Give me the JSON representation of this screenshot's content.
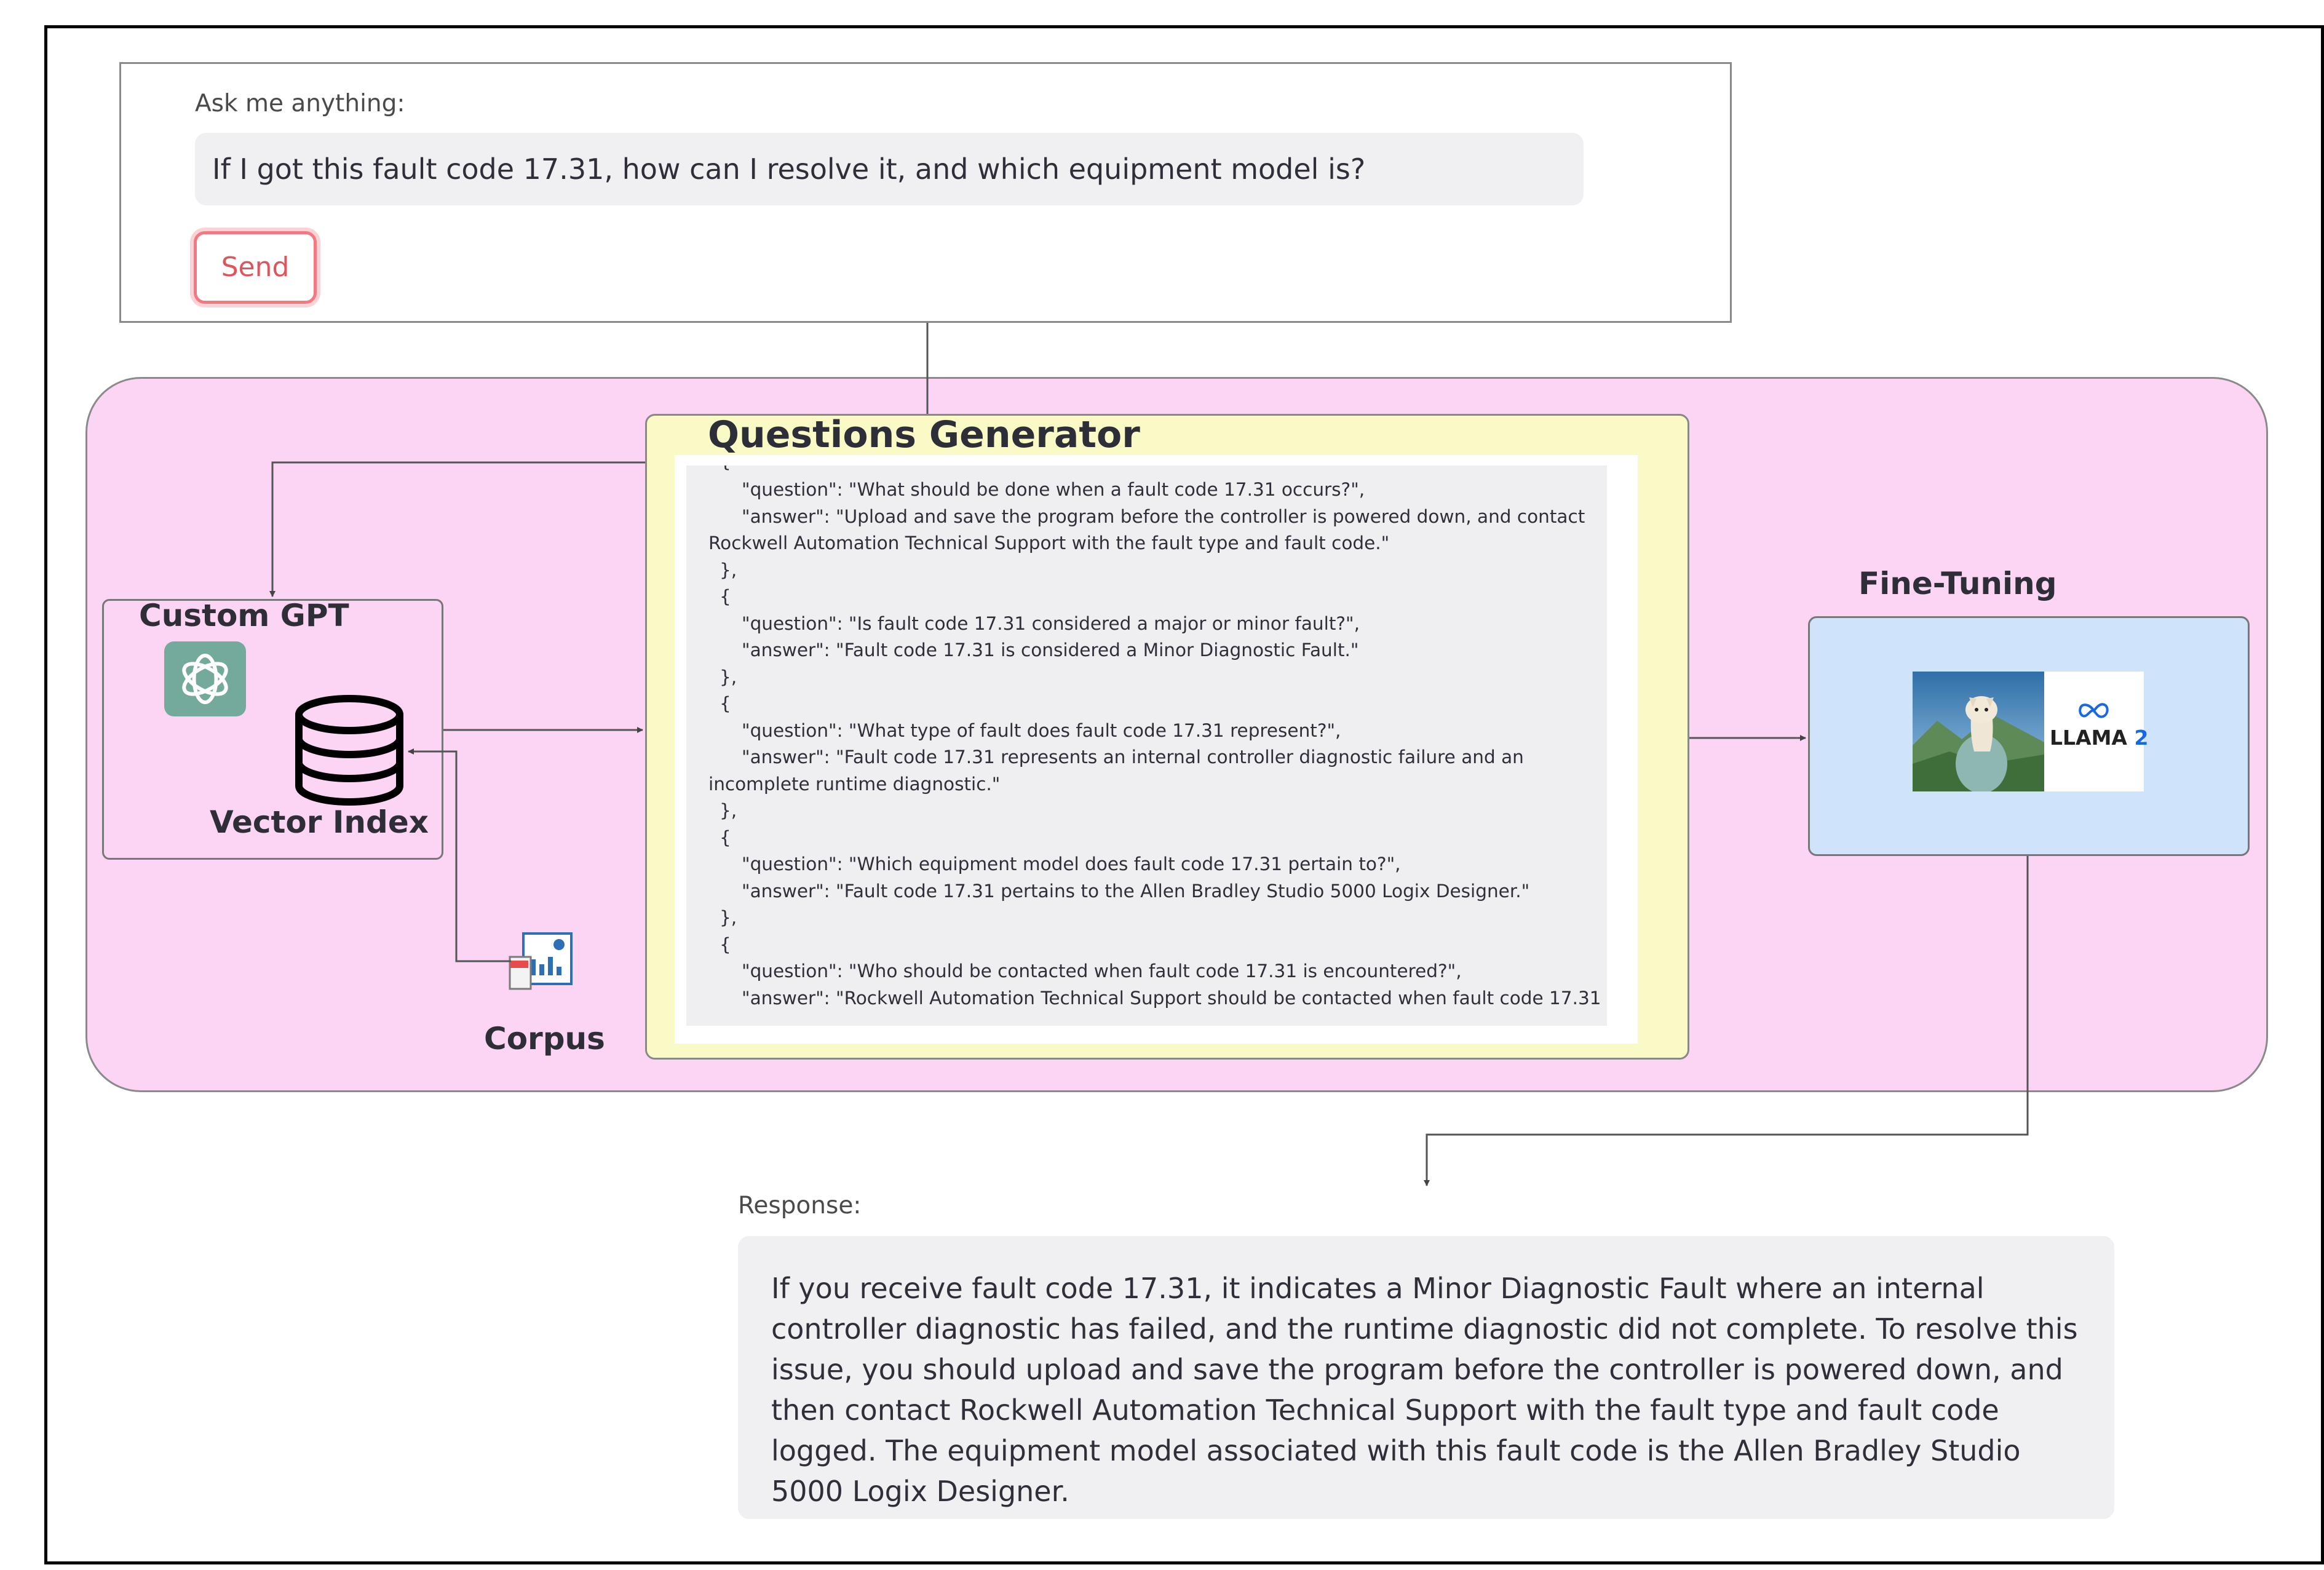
{
  "ask_panel": {
    "label": "Ask me anything:",
    "question": "If I got this fault code 17.31, how can I resolve it, and which equipment model is?",
    "send_label": "Send"
  },
  "custom_gpt": {
    "title": "Custom GPT",
    "vector_index_label": "Vector Index",
    "logo_icon": "openai-logo-icon",
    "database_icon": "database-icon"
  },
  "corpus": {
    "label": "Corpus",
    "icon": "document-chart-icon"
  },
  "questions_generator": {
    "title": "Questions Generator",
    "lines": [
      "\"question\": \"What should be done when a fault code 17.31 occurs?\",",
      "\"answer\": \"Upload and save the program before the controller is powered down, and contact",
      "Rockwell Automation Technical Support with the fault type and fault code.\"",
      "},",
      "{",
      "\"question\": \"Is fault code 17.31 considered a major or minor fault?\",",
      "\"answer\": \"Fault code 17.31 is considered a Minor Diagnostic Fault.\"",
      "},",
      "{",
      "\"question\": \"What type of fault does fault code 17.31 represent?\",",
      "\"answer\": \"Fault code 17.31 represents an internal controller diagnostic failure and an",
      "incomplete runtime diagnostic.\"",
      "},",
      "{",
      "\"question\": \"Which equipment model does fault code 17.31 pertain to?\",",
      "\"answer\": \"Fault code 17.31 pertains to the Allen Bradley Studio 5000 Logix Designer.\"",
      "},",
      "{",
      "\"question\": \"Who should be contacted when fault code 17.31 is encountered?\",",
      "\"answer\": \"Rockwell Automation Technical Support should be contacted when fault code 17.31"
    ]
  },
  "fine_tuning": {
    "title": "Fine-Tuning",
    "model_label": "LLAMA",
    "model_version": "2",
    "meta_icon": "meta-infinity-icon"
  },
  "response": {
    "label": "Response:",
    "text": "If you receive fault code 17.31, it indicates a Minor Diagnostic Fault where an internal controller diagnostic has failed, and the runtime diagnostic did not complete. To resolve this issue, you should upload and save the program before the controller is powered down, and then contact Rockwell Automation Technical Support with the fault type and fault code logged. The equipment model associated with this fault code is the Allen Bradley Studio 5000 Logix Designer."
  },
  "colors": {
    "pipeline_bg": "#fcd4f4",
    "generator_bg": "#fafac6",
    "fine_tuning_bg": "#cfe3fb",
    "send_accent": "#e0545c",
    "openai_green": "#74aa9c"
  }
}
